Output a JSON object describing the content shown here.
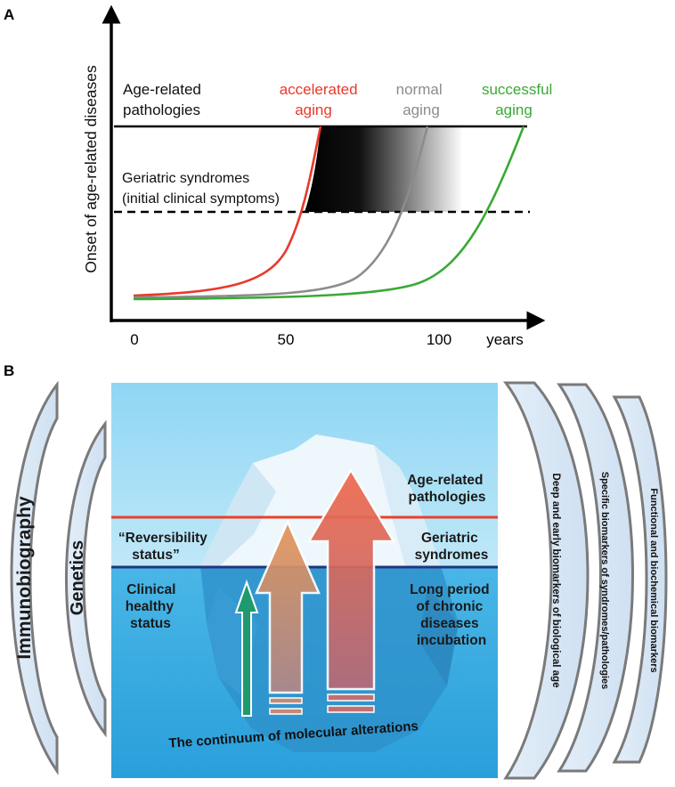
{
  "panel_a": {
    "panel_label": "A",
    "y_axis_label": "Onset of age-related diseases",
    "x_unit_label": "years",
    "x_ticks": [
      "0",
      "50",
      "100"
    ],
    "threshold_upper": [
      "Age-related",
      "pathologies"
    ],
    "threshold_lower": [
      "Geriatric syndromes",
      "(initial clinical symptoms)"
    ],
    "curves": [
      {
        "name": [
          "accelerated",
          "aging"
        ],
        "color": "#e8392b"
      },
      {
        "name": [
          "normal",
          "aging"
        ],
        "color": "#8c8c8c"
      },
      {
        "name": [
          "successful",
          "aging"
        ],
        "color": "#3aa935"
      }
    ]
  },
  "panel_b": {
    "panel_label": "B",
    "left_arcs": [
      "Immunobiography",
      "Genetics"
    ],
    "right_arcs": [
      "Deep and early biomarkers of biological age",
      "Specific biomarkers of syndromes/pathologies",
      "Functional and biochemical biomarkers"
    ],
    "iceberg": {
      "right_top": [
        "Age-related",
        "pathologies"
      ],
      "right_mid": [
        "Geriatric",
        "syndromes"
      ],
      "right_low": [
        "Long period",
        "of chronic",
        "diseases",
        "incubation"
      ],
      "left_mid": [
        "“Reversibility",
        "status”"
      ],
      "left_low": [
        "Clinical",
        "healthy",
        "status"
      ],
      "bottom": "The continuum of molecular alterations"
    },
    "colors": {
      "sky": "#8fd4f2",
      "water": "#3aaee3",
      "red_line": "#e8402b",
      "navy_line": "#1f3580",
      "green_arrow": "#1f9a6e",
      "tan_arrow": "#d5906a",
      "red_arrow": "#e8604a"
    }
  }
}
